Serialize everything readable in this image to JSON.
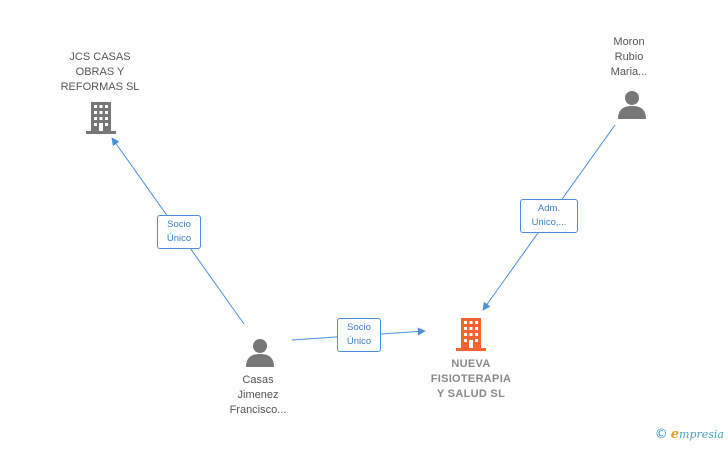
{
  "nodes": {
    "jcs": {
      "label": "JCS CASAS\nOBRAS Y\nREFORMAS  SL",
      "type": "company"
    },
    "moron": {
      "label": "Moron\nRubio\nMaria...",
      "type": "person"
    },
    "casas": {
      "label": "Casas\nJimenez\nFrancisco...",
      "type": "person"
    },
    "nueva": {
      "label": "NUEVA\nFISIOTERAPIA\nY SALUD  SL",
      "type": "company-main"
    }
  },
  "edges": {
    "casas_jcs": {
      "label": "Socio\nÚnico"
    },
    "casas_nueva": {
      "label": "Socio\nÚnico"
    },
    "moron_nueva": {
      "label": "Adm.\nUnico,..."
    }
  },
  "colors": {
    "edge": "#4a90d9",
    "icon_gray": "#777777",
    "icon_main": "#f26430"
  },
  "brand": {
    "copyright": "©",
    "name_initial": "e",
    "name_rest": "mpresia"
  }
}
